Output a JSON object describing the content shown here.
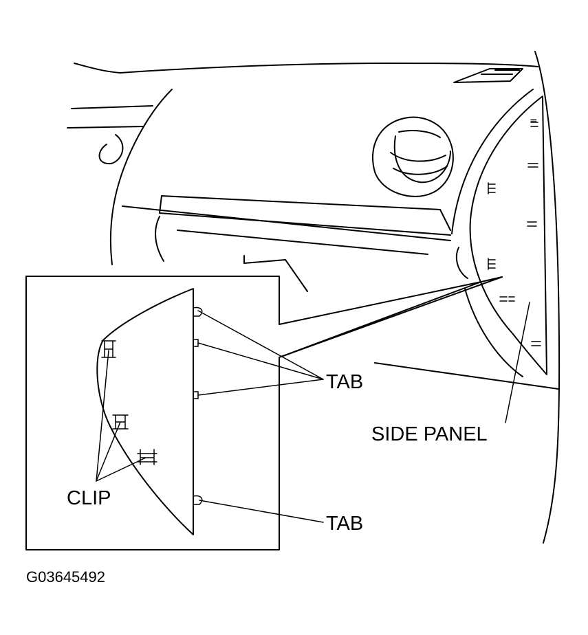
{
  "labels": {
    "tab_upper": "TAB",
    "tab_lower": "TAB",
    "side_panel": "SIDE PANEL",
    "clip": "CLIP"
  },
  "figure_code": "G03645492"
}
